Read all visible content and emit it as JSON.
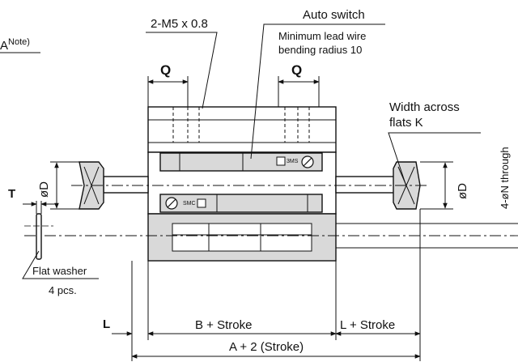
{
  "labels": {
    "a_note_letter": "A",
    "a_note_sup": "Note)",
    "m5": "2-M5 x 0.8",
    "auto_switch": "Auto switch",
    "min_lead_1": "Minimum lead wire",
    "min_lead_2": "bending radius 10",
    "q_left": "Q",
    "q_right": "Q",
    "width_across_1": "Width across",
    "width_across_2": "flats K",
    "phi_d_left": "øD",
    "phi_d_right": "øD",
    "through": "4-øN through",
    "t": "T",
    "flat_washer": "Flat washer",
    "pcs": "4 pcs.",
    "l_left": "L",
    "b_stroke": "B + Stroke",
    "l_stroke": "L + Stroke",
    "a_stroke": "A + 2 (Stroke)"
  },
  "badges": {
    "top_switch": "3MS",
    "bottom_switch": "SMC"
  },
  "colors": {
    "line": "#111111",
    "shade": "#d9d9d9",
    "body": "#ffffff"
  }
}
